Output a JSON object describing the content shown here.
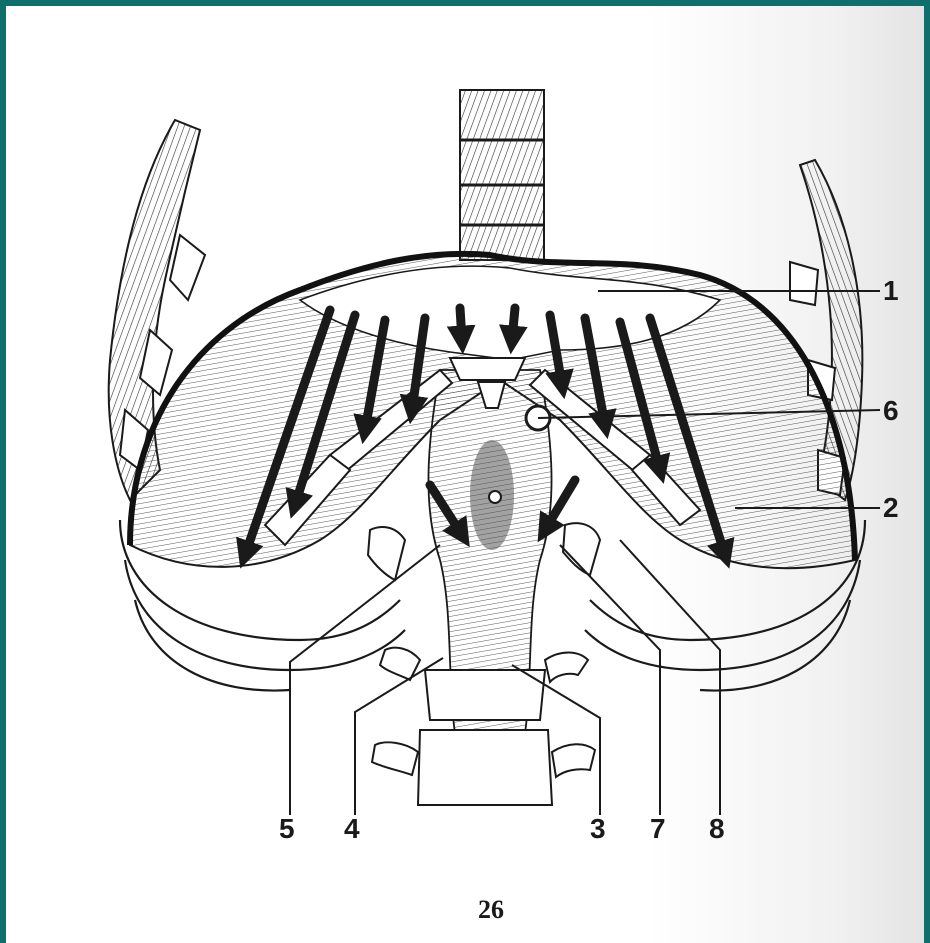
{
  "colors": {
    "frame": "#0f6f6c",
    "ink": "#1a1a1a",
    "paper": "#ffffff"
  },
  "labels": {
    "l1": "1",
    "l2": "2",
    "l3": "3",
    "l4": "4",
    "l5": "5",
    "l6": "6",
    "l7": "7",
    "l8": "8"
  },
  "page_number": "26"
}
